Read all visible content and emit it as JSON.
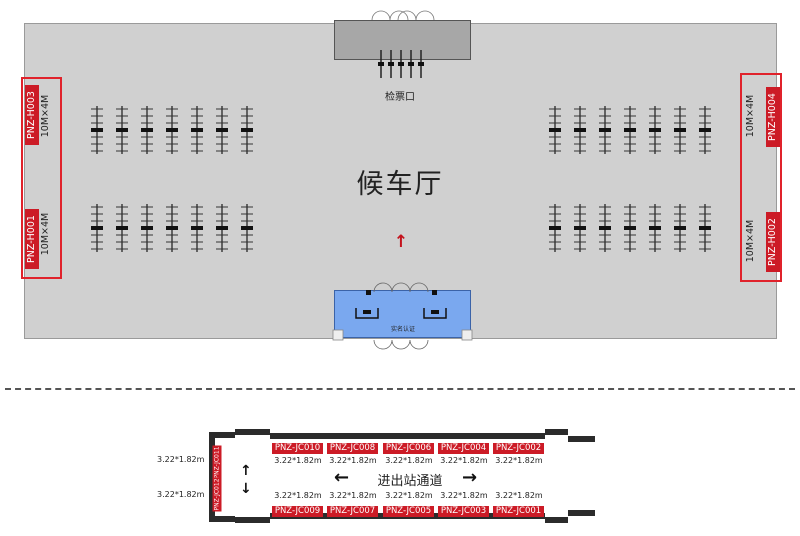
{
  "colors": {
    "hall_floor": "#d0d0d0",
    "ticket_area": "#7aa8ef",
    "accent_red": "#cc1b26",
    "gate_gray": "#a7a7a7"
  },
  "hall": {
    "title": "候车厅",
    "gate_label": "检票口",
    "ticket_check_label": "实名认证",
    "entry_arrow": "↑"
  },
  "ads": [
    {
      "code": "PNZ-H003",
      "size": "10M×4M"
    },
    {
      "code": "PNZ-H001",
      "size": "10M×4M"
    },
    {
      "code": "PNZ-H004",
      "size": "10M×4M"
    },
    {
      "code": "PNZ-H002",
      "size": "10M×4M"
    }
  ],
  "corridor": {
    "title": "进出站通道",
    "arrow_left": "←",
    "arrow_right": "→",
    "arrow_up": "↑",
    "arrow_down": "↓",
    "top_tags": [
      "PNZ-JC010",
      "PNZ-JC008",
      "PNZ-JC006",
      "PNZ-JC004",
      "PNZ-JC002"
    ],
    "bottom_tags": [
      "PNZ-JC009",
      "PNZ-JC007",
      "PNZ-JC005",
      "PNZ-JC003",
      "PNZ-JC001"
    ],
    "size_label": "3.22*1.82m",
    "side_tags": [
      "PNZ-JC011",
      "PNZ-JC012"
    ],
    "side_size_top": "3.22*1.82m",
    "side_size_bottom": "3.22*1.82m"
  }
}
